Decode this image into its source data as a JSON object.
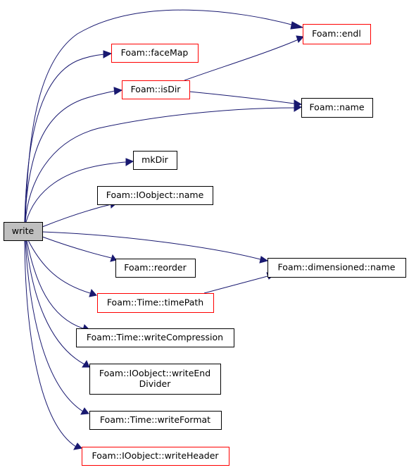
{
  "diagram": {
    "colors": {
      "edge": "#191970",
      "focus_fill": "#bfbfbf",
      "normal_stroke": "#000000",
      "linked_stroke": "#ff0000",
      "node_fill": "#ffffff"
    },
    "nodes": [
      {
        "id": "write",
        "lines": [
          "write"
        ],
        "style": "focus"
      },
      {
        "id": "endl",
        "lines": [
          "Foam::endl"
        ],
        "style": "linked"
      },
      {
        "id": "faceMap",
        "lines": [
          "Foam::faceMap"
        ],
        "style": "linked"
      },
      {
        "id": "isDir",
        "lines": [
          "Foam::isDir"
        ],
        "style": "linked"
      },
      {
        "id": "name",
        "lines": [
          "Foam::name"
        ],
        "style": "normal"
      },
      {
        "id": "mkDir",
        "lines": [
          "mkDir"
        ],
        "style": "normal"
      },
      {
        "id": "ioname",
        "lines": [
          "Foam::IOobject::name"
        ],
        "style": "normal"
      },
      {
        "id": "reorder",
        "lines": [
          "Foam::reorder"
        ],
        "style": "normal"
      },
      {
        "id": "dimname",
        "lines": [
          "Foam::dimensioned::name"
        ],
        "style": "normal"
      },
      {
        "id": "timePath",
        "lines": [
          "Foam::Time::timePath"
        ],
        "style": "linked"
      },
      {
        "id": "writeCompression",
        "lines": [
          "Foam::Time::writeCompression"
        ],
        "style": "normal"
      },
      {
        "id": "writeEndDivider",
        "lines": [
          "Foam::IOobject::writeEnd",
          "Divider"
        ],
        "style": "normal"
      },
      {
        "id": "writeFormat",
        "lines": [
          "Foam::Time::writeFormat"
        ],
        "style": "normal"
      },
      {
        "id": "writeHeader",
        "lines": [
          "Foam::IOobject::writeHeader"
        ],
        "style": "linked"
      }
    ],
    "edges": [
      {
        "from": "write",
        "to": "endl"
      },
      {
        "from": "write",
        "to": "faceMap"
      },
      {
        "from": "write",
        "to": "isDir"
      },
      {
        "from": "write",
        "to": "name"
      },
      {
        "from": "write",
        "to": "mkDir"
      },
      {
        "from": "write",
        "to": "ioname"
      },
      {
        "from": "write",
        "to": "reorder"
      },
      {
        "from": "write",
        "to": "dimname"
      },
      {
        "from": "write",
        "to": "timePath"
      },
      {
        "from": "write",
        "to": "writeCompression"
      },
      {
        "from": "write",
        "to": "writeEndDivider"
      },
      {
        "from": "write",
        "to": "writeFormat"
      },
      {
        "from": "write",
        "to": "writeHeader"
      },
      {
        "from": "isDir",
        "to": "endl"
      },
      {
        "from": "isDir",
        "to": "name"
      },
      {
        "from": "timePath",
        "to": "dimname"
      }
    ]
  }
}
